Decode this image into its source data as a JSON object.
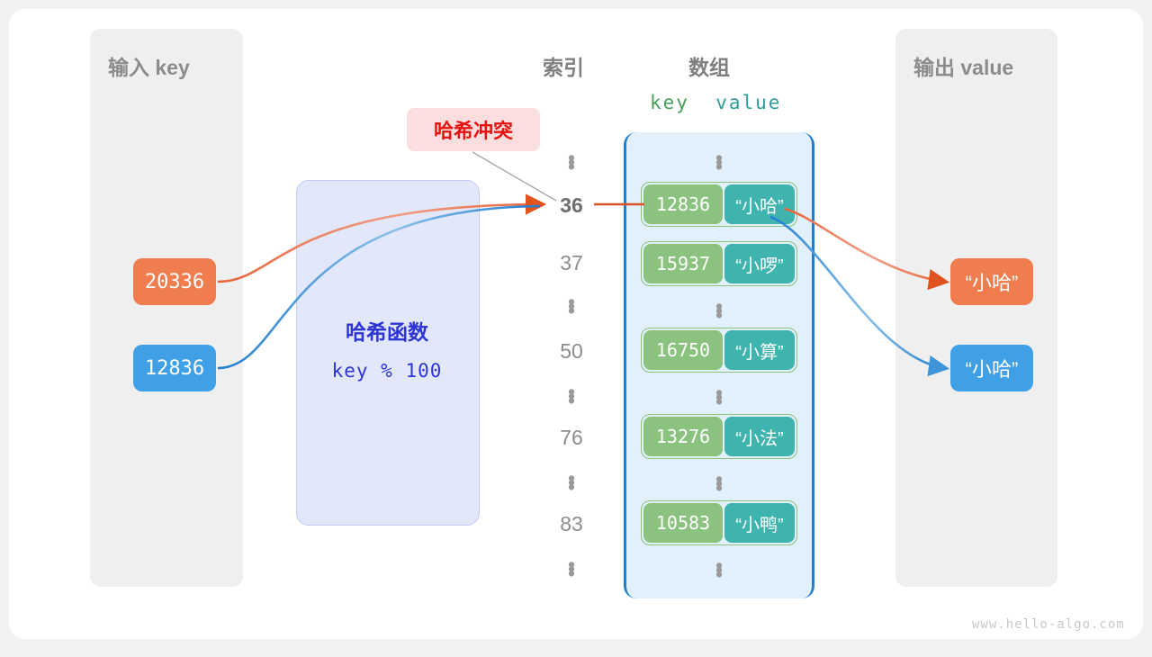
{
  "watermark": "www.hello-algo.com",
  "panels": {
    "input_title": "输入 key",
    "output_title": "输出 value"
  },
  "headers": {
    "index": "索引",
    "array": "数组",
    "key": "key",
    "value": "value"
  },
  "input_keys": [
    {
      "label": "20336",
      "color": "#ef7d4e"
    },
    {
      "label": "12836",
      "color": "#3fa0e8"
    }
  ],
  "hash_function": {
    "title": "哈希函数",
    "expression": "key % 100"
  },
  "collision": {
    "label": "哈希冲突",
    "text_color": "#e8110f",
    "bg_color": "#fbdedd"
  },
  "outputs": [
    {
      "label": "“小哈”",
      "color": "#ef7d4e"
    },
    {
      "label": "“小哈”",
      "color": "#3fa0e8"
    }
  ],
  "index_column": [
    {
      "type": "dots"
    },
    {
      "type": "index",
      "label": "36",
      "highlight": true
    },
    {
      "type": "index",
      "label": "37",
      "highlight": false
    },
    {
      "type": "dots"
    },
    {
      "type": "index",
      "label": "50",
      "highlight": false
    },
    {
      "type": "dots"
    },
    {
      "type": "index",
      "label": "76",
      "highlight": false
    },
    {
      "type": "dots"
    },
    {
      "type": "index",
      "label": "83",
      "highlight": false
    },
    {
      "type": "dots"
    }
  ],
  "array_entries": [
    {
      "key": "12836",
      "value": "“小哈”"
    },
    {
      "key": "15937",
      "value": "“小啰”"
    },
    {
      "key": "16750",
      "value": "“小算”"
    },
    {
      "key": "13276",
      "value": "“小法”"
    },
    {
      "key": "10583",
      "value": "“小鸭”"
    }
  ],
  "dots_glyph": "⋮"
}
